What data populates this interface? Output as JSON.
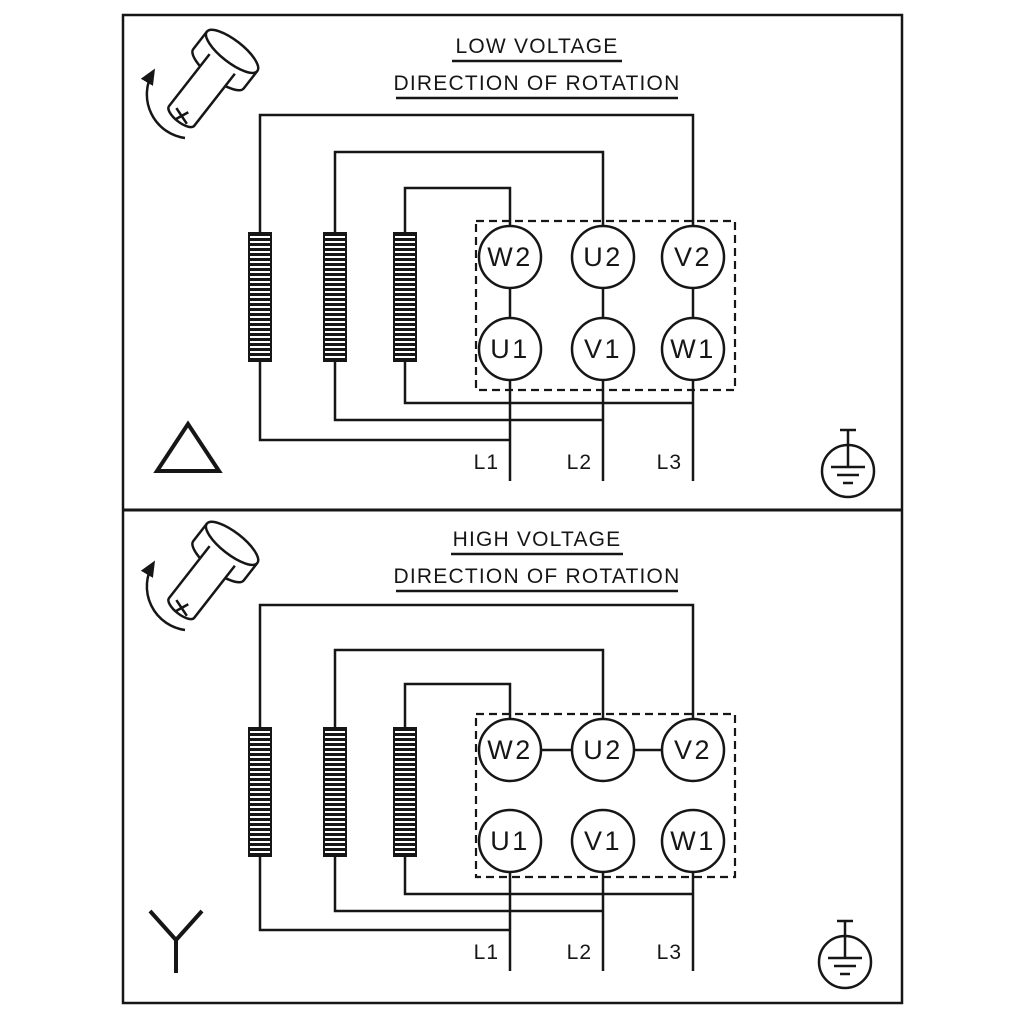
{
  "colors": {
    "ink": "#161616",
    "background": "#ffffff"
  },
  "icons": {
    "shaft": "motor-shaft-with-rotation-arrow-icon",
    "delta": "delta-connection-icon",
    "star": "star-connection-icon",
    "ground": "earth-ground-icon",
    "coil": "winding-coil-hatched-bar"
  },
  "panels": [
    {
      "title": "LOW VOLTAGE",
      "subtitle": "DIRECTION OF ROTATION",
      "connection": "delta",
      "terminals_top": [
        "W2",
        "U2",
        "V2"
      ],
      "terminals_bottom": [
        "U1",
        "V1",
        "W1"
      ],
      "supply_lines": [
        "L1",
        "L2",
        "L3"
      ]
    },
    {
      "title": "HIGH VOLTAGE",
      "subtitle": "DIRECTION OF ROTATION",
      "connection": "star",
      "terminals_top": [
        "W2",
        "U2",
        "V2"
      ],
      "terminals_bottom": [
        "U1",
        "V1",
        "W1"
      ],
      "supply_lines": [
        "L1",
        "L2",
        "L3"
      ]
    }
  ]
}
